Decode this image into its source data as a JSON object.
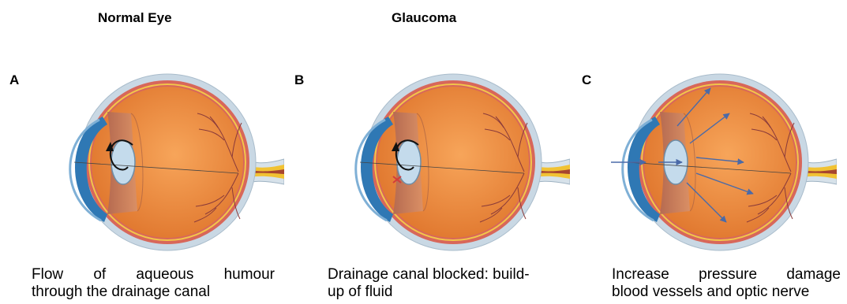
{
  "headings": {
    "normal": "Normal Eye",
    "glaucoma": "Glaucoma"
  },
  "panels": [
    {
      "letter": "A",
      "caption_lines": [
        "Flow of aqueous humour",
        "through the drainage canal"
      ]
    },
    {
      "letter": "B",
      "caption_lines": [
        "Drainage canal blocked: build-",
        "up of fluid"
      ]
    },
    {
      "letter": "C",
      "caption_lines": [
        "Increase pressure damage",
        "blood vessels and optic nerve"
      ]
    }
  ],
  "colors": {
    "sclera": "#c9d8e4",
    "choroid": "#d8675a",
    "retina_line": "#f2c64a",
    "vitreous": "#ec8a3e",
    "cornea": "#2f78b4",
    "lens": "#c4dbec",
    "iris": "#b7725a",
    "optic_nerve": "#f1c233",
    "vessel": "#8a3a3a",
    "pressure_arrow": "#4a6aa8"
  }
}
